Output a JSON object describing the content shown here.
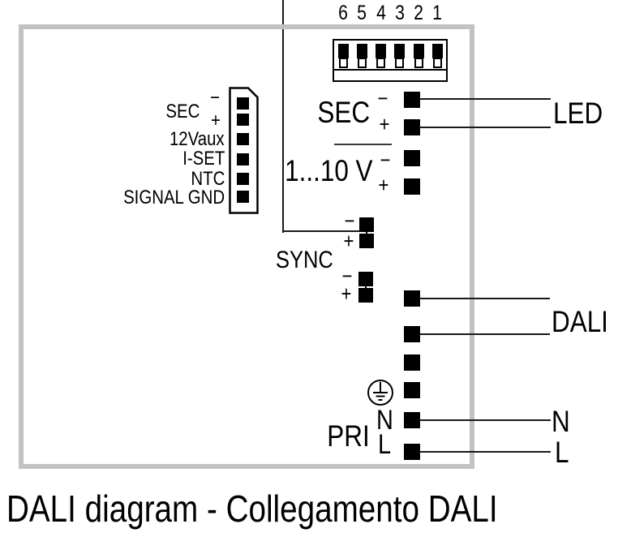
{
  "caption": "DALI diagram - Collegamento DALI",
  "glyphs": {
    "minus": "−",
    "plus": "+"
  },
  "dip": {
    "numbers": [
      "6",
      "5",
      "4",
      "3",
      "2",
      "1"
    ]
  },
  "left_connector": {
    "sec": "SEC",
    "aux": "12Vaux",
    "iset": "I-SET",
    "ntc": "NTC",
    "signal_gnd": "SIGNAL GND"
  },
  "terminals": {
    "sec": "SEC",
    "dim": "1...10 V",
    "sync": "SYNC",
    "pri": "PRI",
    "n": "N",
    "l": "L"
  },
  "external": {
    "led": "LED",
    "dali": "DALI",
    "n": "N",
    "l": "L"
  },
  "colors": {
    "device_border": "#c1c2c4",
    "wire": "#1a1a1a",
    "terminal_fill": "#000000"
  },
  "icons": {
    "earth": "protective-earth-ground"
  }
}
